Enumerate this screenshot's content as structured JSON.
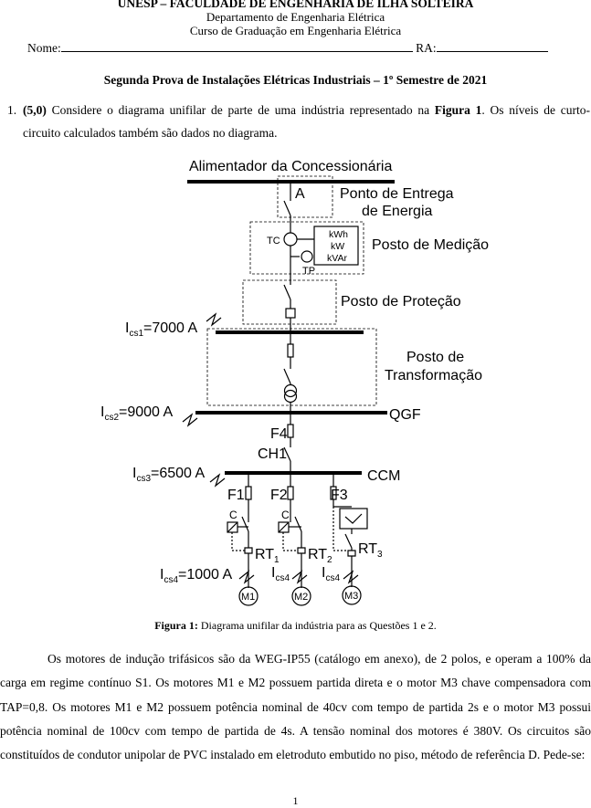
{
  "header": {
    "university": "UNESP – FACULDADE DE ENGENHARIA DE ILHA SOLTEIRA",
    "department": "Departamento de Engenharia Elétrica",
    "course": "Curso de Graduação em Engenharia Elétrica",
    "name_label": "Nome:",
    "ra_label": "RA:"
  },
  "exam_title": "Segunda Prova de Instalações Elétricas Industriais – 1º Semestre de 2021",
  "question1": {
    "number": "1.",
    "points": "(5,0)",
    "text_a": "Considere o diagrama unifilar de parte de uma indústria representado na",
    "figure_ref": "Figura 1",
    "text_b": ". Os níveis de curto-circuito calculados também são dados no diagrama."
  },
  "diagram": {
    "feeder": "Alimentador da Concessionária",
    "switch_a": "A",
    "delivery_1": "Ponto de Entrega",
    "delivery_2": "de Energia",
    "tc": "TC",
    "tp": "TP",
    "meter_kwh": "kWh",
    "meter_kw": "kW",
    "meter_kvar": "kVAr",
    "metering": "Posto de Medição",
    "protection": "Posto de Proteção",
    "transform_1": "Posto de",
    "transform_2": "Transformação",
    "ics1_sub": "cs1",
    "ics1_val": "=7000 A",
    "ics2_sub": "cs2",
    "ics2_val": "=9000 A",
    "ics3_sub": "cs3",
    "ics3_val": "=6500 A",
    "ics4_sub": "cs4",
    "ics4_val": "=1000 A",
    "i": "I",
    "qgf": "QGF",
    "f4": "F4",
    "ch1": "CH1",
    "ccm": "CCM",
    "f1": "F1",
    "f2": "F2",
    "f3": "F3",
    "c": "C",
    "rt": "RT",
    "rt1_sub": "1",
    "rt2_sub": "2",
    "rt3_sub": "3",
    "m1": "M1",
    "m2": "M2",
    "m3": "M3"
  },
  "caption": {
    "label": "Figura 1:",
    "text": "Diagrama unifilar da indústria para as Questões 1 e 2."
  },
  "paragraph": "Os motores de indução trifásicos são da WEG-IP55 (catálogo em anexo), de 2 polos, e operam a 100% da carga em regime contínuo S1. Os motores M1 e M2 possuem partida direta e o motor M3 chave compensadora com TAP=0,8. Os motores M1 e M2 possuem potência nominal de 40cv com tempo de partida 2s e o motor M3 possui potência nominal de 100cv com tempo de partida de 4s. A tensão nominal dos motores é 380V. Os circuitos são constituídos de condutor unipolar de PVC instalado em eletroduto embutido no piso, método de referência D. Pede-se:",
  "page_number": "1"
}
